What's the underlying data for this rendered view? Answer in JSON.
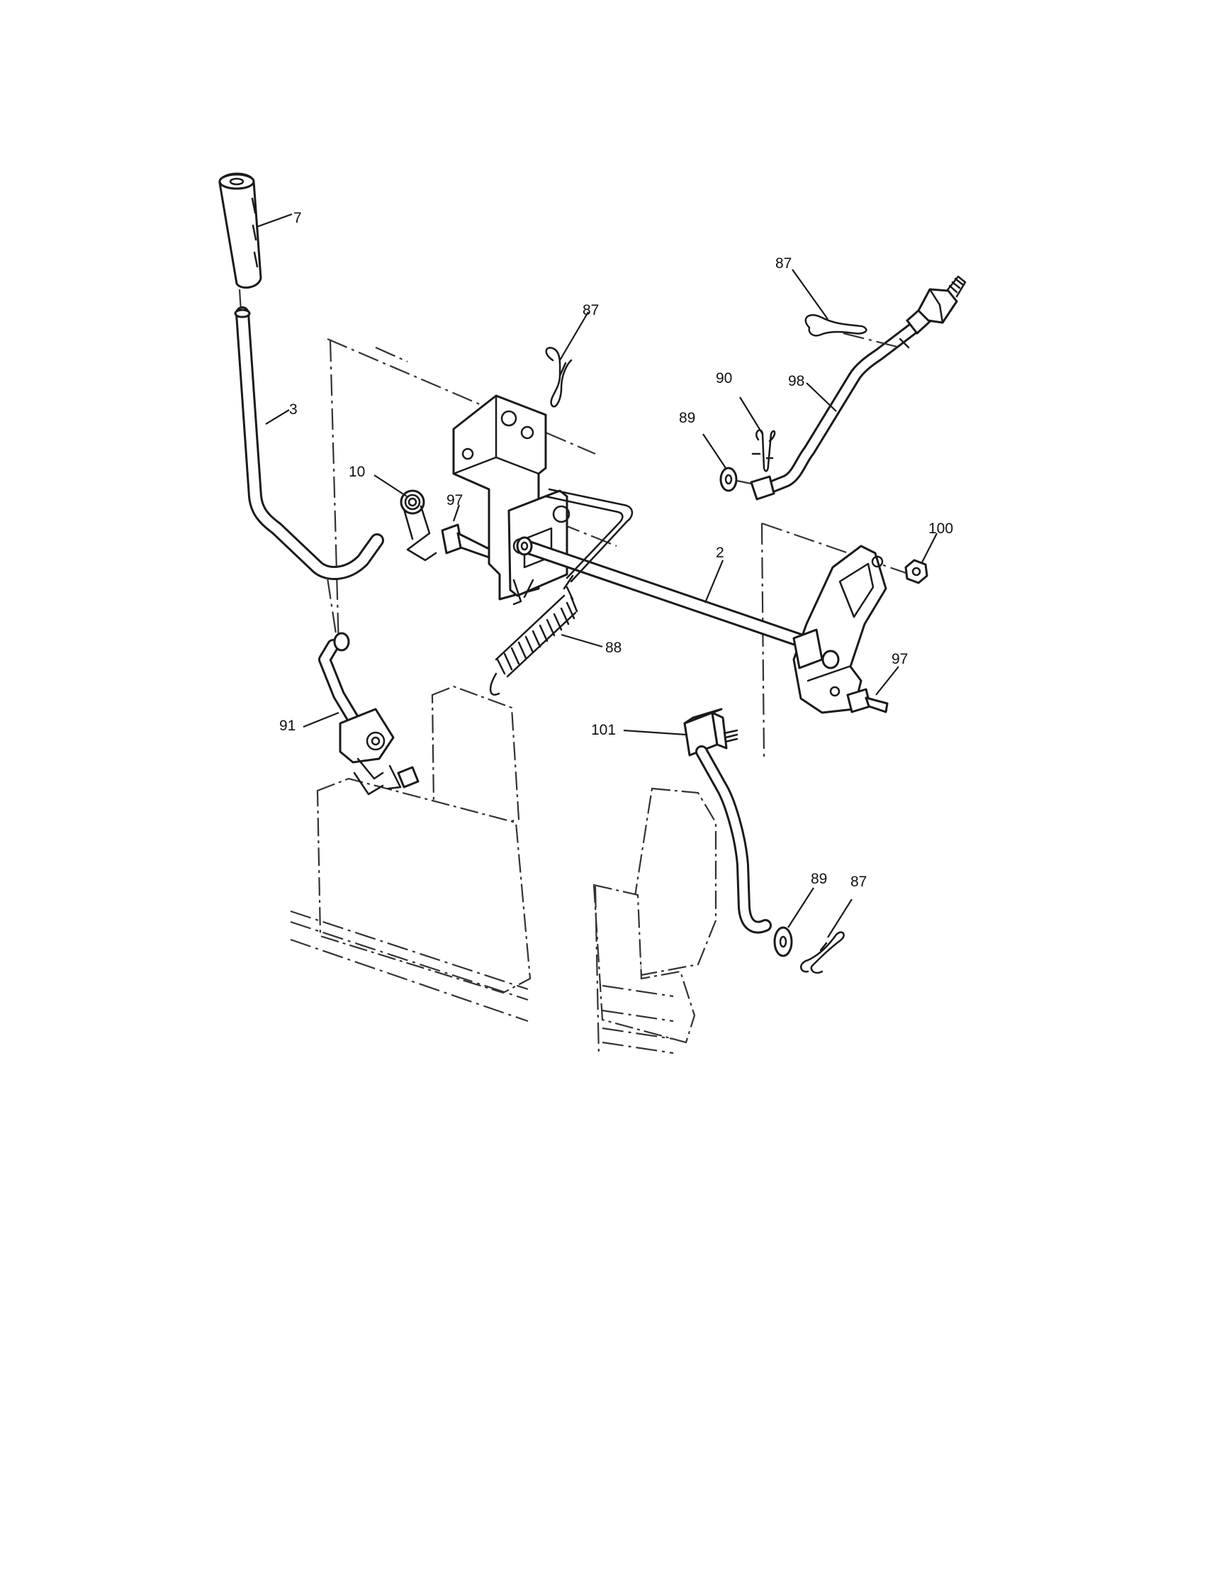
{
  "callouts": {
    "c7": "7",
    "c3": "3",
    "c10": "10",
    "c97a": "97",
    "c87a": "87",
    "c87b": "87",
    "c90": "90",
    "c89a": "89",
    "c98": "98",
    "c100": "100",
    "c2": "2",
    "c88": "88",
    "c97b": "97",
    "c91": "91",
    "c101": "101",
    "c89b": "89",
    "c87c": "87"
  }
}
